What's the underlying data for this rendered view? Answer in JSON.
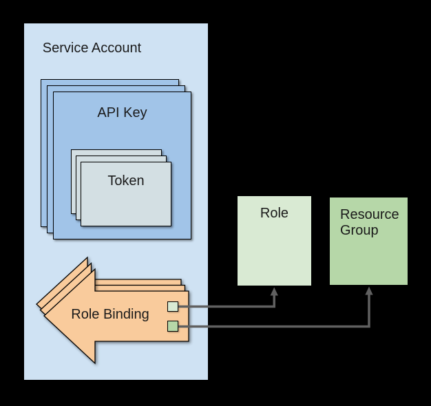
{
  "diagram": {
    "background": "#000000",
    "text_color": "#1a1a1a",
    "service_account": {
      "label": "Service Account",
      "fill": "#cfe2f3"
    },
    "api_key": {
      "label": "API Key",
      "fill": "#a1c4e8",
      "copies": 3
    },
    "token": {
      "label": "Token",
      "fill": "#d3dfe3",
      "copies": 3
    },
    "role_binding": {
      "label": "Role Binding",
      "fill": "#f9cb9c",
      "copies": 3,
      "role_port_fill": "#d9ead3",
      "resource_group_port_fill": "#b6d7a8"
    },
    "role": {
      "label": "Role",
      "fill": "#d9ead3"
    },
    "resource_group": {
      "label": "Resource Group",
      "fill": "#b6d7a8"
    },
    "connector": {
      "color": "#606060"
    }
  }
}
